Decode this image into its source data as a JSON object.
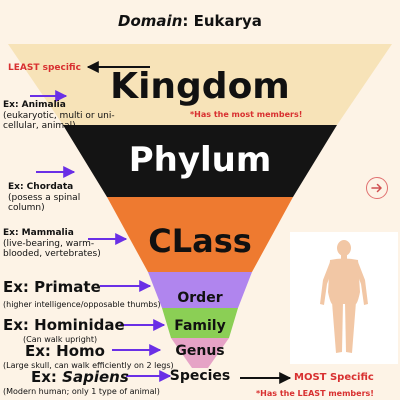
{
  "title": {
    "domain_label": "Domain",
    "domain_value": ": Eukarya"
  },
  "levels": {
    "kingdom": "Kingdom",
    "phylum": "Phylum",
    "class": "CLass",
    "order": "Order",
    "family": "Family",
    "genus": "Genus",
    "species": "Species"
  },
  "notes": {
    "least_specific": "LEAST specific",
    "most_members": "*Has the most members!",
    "most_specific": "MOST Specific",
    "least_members": "*Has the LEAST members!"
  },
  "examples": {
    "animalia": {
      "title": "Ex: Animalia",
      "desc1": "(eukaryotic, multi or uni-",
      "desc2": "cellular, animal)"
    },
    "chordata": {
      "title": "Ex: Chordata",
      "desc1": "(posess a spinal",
      "desc2": "column)"
    },
    "mammalia": {
      "title": "Ex: Mammalia",
      "desc1": "(live-bearing, warm-",
      "desc2": "blooded, vertebrates)"
    },
    "primate": {
      "title": "Ex: Primate",
      "desc": "(higher intelligence/opposable thumbs)"
    },
    "hominidae": {
      "title": "Ex: Hominidae",
      "desc": "(Can walk upright)"
    },
    "homo": {
      "title": "Ex: Homo",
      "desc": "(Large skull, can walk efficiently on 2 legs)"
    },
    "sapiens": {
      "prefix": "Ex: ",
      "name": "Sapiens",
      "desc": "(Modern human; only 1 type of animal)"
    }
  },
  "icons": {
    "next": "right-arrow-circle-icon",
    "figure": "human-body-silhouette-icon"
  },
  "colors": {
    "kingdom": "#f7e3b8",
    "phylum": "#141414",
    "class": "#ee7a30",
    "order": "#b085ee",
    "family": "#8bcf55",
    "genus": "#e6a3c6",
    "arrows": "#6a2fe6",
    "accent": "#d83030"
  }
}
